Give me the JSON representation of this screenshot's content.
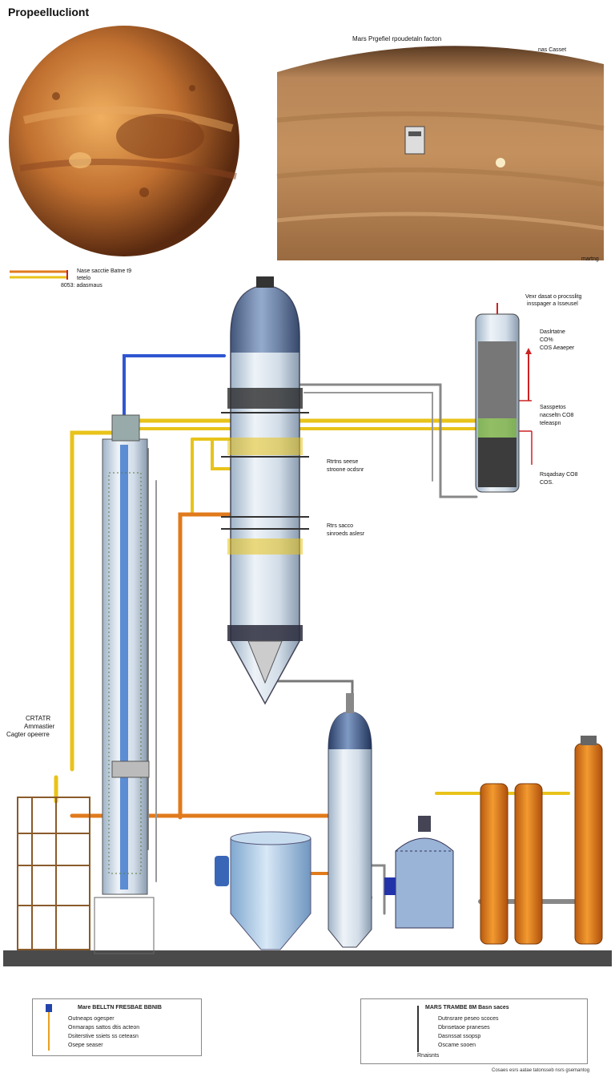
{
  "title": "Propeellucliont",
  "mars_site": {
    "caption": "Mars Prgefiel rpoudetaln facton",
    "label_top_right": "nas Casset",
    "label_bottom_right": "martng"
  },
  "key_label": {
    "line1": "Nase sacctie Batne t9",
    "line2": "tetelo",
    "line3": "8053: adasmaus"
  },
  "labels": {
    "vapor": [
      "Vexr dasat o procsslitg",
      "insspager a Isseusel"
    ],
    "condenser": [
      "Daslrtatne",
      "CO%",
      "COS Aeaeper"
    ],
    "separator": [
      "Sasspetos",
      "nacseltn CO8",
      "teleaspn"
    ],
    "residue": [
      "Rsqadsay CO8",
      "COS."
    ],
    "mid_upper": [
      "Rtrtns seese",
      "stroone ocdsnr"
    ],
    "mid_lower": [
      "Rtrs sacco",
      "sinroeds aslesr"
    ],
    "left": [
      "CRTATR",
      "Ammastier",
      "Cagter opeerre"
    ]
  },
  "legend_left": {
    "header": "Mare BELLTN FRESBAE BBNIB",
    "items": [
      "Outneaps ogesper",
      "Onmaraps sattos dtis acteon",
      "Dsiterstive ssiets ss ceteasn",
      "Osepe seaser"
    ]
  },
  "legend_right": {
    "header": "MARS TRAMBE 8M Basn saces",
    "items": [
      "Dutnsrare peseo scoces",
      "Dbnsetaoe praneses",
      "Dasnssat ssopsp",
      "Oscame sooen"
    ],
    "footer": "Rnaisnts"
  },
  "footer_text": "Cosaes esrs aatae tatonsseb nsrs gsemantog",
  "colors": {
    "yellow_pipe": "#e8c31a",
    "orange_pipe": "#e07a1c",
    "blue_pipe": "#2f56d1",
    "orange_tank": "#ee8a1e",
    "glass": "#c7d6e6",
    "mars": "#c0703a",
    "ground": "#4a4a4a"
  }
}
